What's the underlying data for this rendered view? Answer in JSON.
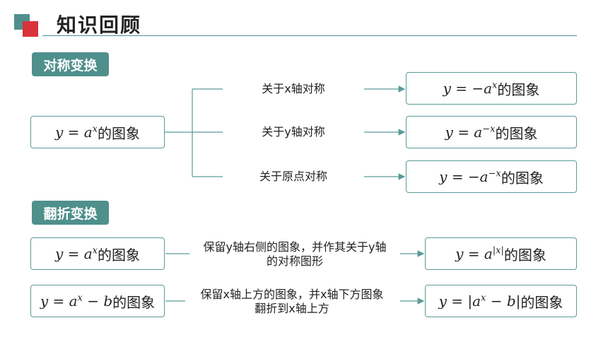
{
  "header": {
    "title": "知识回顾"
  },
  "sections": {
    "symmetry": "对称变换",
    "flip": "翻折变换"
  },
  "symmetry": {
    "source": {
      "pre": "y = a",
      "sup": "x",
      "suffix": "的图象"
    },
    "branches": [
      {
        "label": "关于x轴对称",
        "pre": "y = −a",
        "sup": "x",
        "post": "",
        "suffix": "的图象"
      },
      {
        "label": "关于y轴对称",
        "pre": "y = a",
        "sup": "−x",
        "post": "",
        "suffix": "的图象"
      },
      {
        "label": "关于原点对称",
        "pre": "y = −a",
        "sup": "−x",
        "post": "",
        "suffix": "的图象"
      }
    ]
  },
  "flip": {
    "rows": [
      {
        "source_pre": "y = a",
        "source_sup": "x",
        "source_post": "",
        "source_suffix": "的图象",
        "label_line1": "保留y轴右侧的图象，并作其关于y轴",
        "label_line2": "的对称图形",
        "result_pre": "y = a",
        "result_sup": "|x|",
        "result_post": "",
        "result_suffix": "的图象"
      },
      {
        "source_pre": "y = a",
        "source_sup": "x",
        "source_post": " − b",
        "source_suffix": "的图象",
        "label_line1": "保留x轴上方的图象，并x轴下方图象",
        "label_line2": "翻折到x轴上方",
        "result_pre": "y = |a",
        "result_sup": "x",
        "result_post": " − b|",
        "result_suffix": "的图象"
      }
    ]
  },
  "colors": {
    "accent": "#4f8f8c",
    "red": "#d8323c",
    "line": "#5b9a97"
  }
}
